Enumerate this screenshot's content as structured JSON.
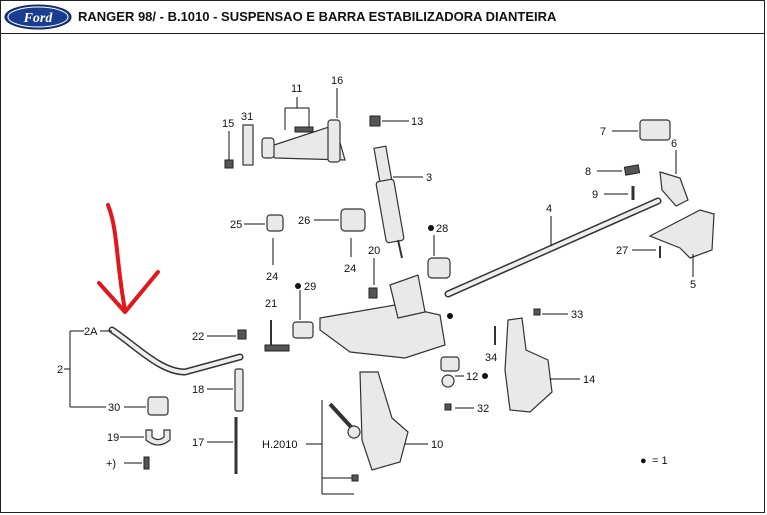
{
  "header": {
    "title": "RANGER 98/ - B.1010 - SUSPENSAO E BARRA ESTABILIZADORA DIANTEIRA",
    "logo_text": "Ford"
  },
  "colors": {
    "brand_blue": "#1a3d8f",
    "annotation_red": "#e3161b"
  },
  "callouts": {
    "c2": "2",
    "c2a": "2A",
    "c3": "3",
    "c4": "4",
    "c5": "5",
    "c6": "6",
    "c7": "7",
    "c8": "8",
    "c9": "9",
    "c10": "10",
    "c11": "11",
    "c12": "12",
    "c13": "13",
    "c14": "14",
    "c15": "15",
    "c16": "16",
    "c17": "17",
    "c18": "18",
    "c19": "19",
    "c20": "20",
    "c21": "21",
    "c22": "22",
    "c24a": "24",
    "c24b": "24",
    "c25": "25",
    "c26": "26",
    "c27": "27",
    "c28": "28",
    "c29": "29",
    "c30": "30",
    "c31": "31",
    "c32": "32",
    "c33": "33",
    "c34": "34",
    "h2010": "H.2010",
    "plus": "+)"
  },
  "legend": {
    "symbol": "●",
    "text": "= 1"
  }
}
